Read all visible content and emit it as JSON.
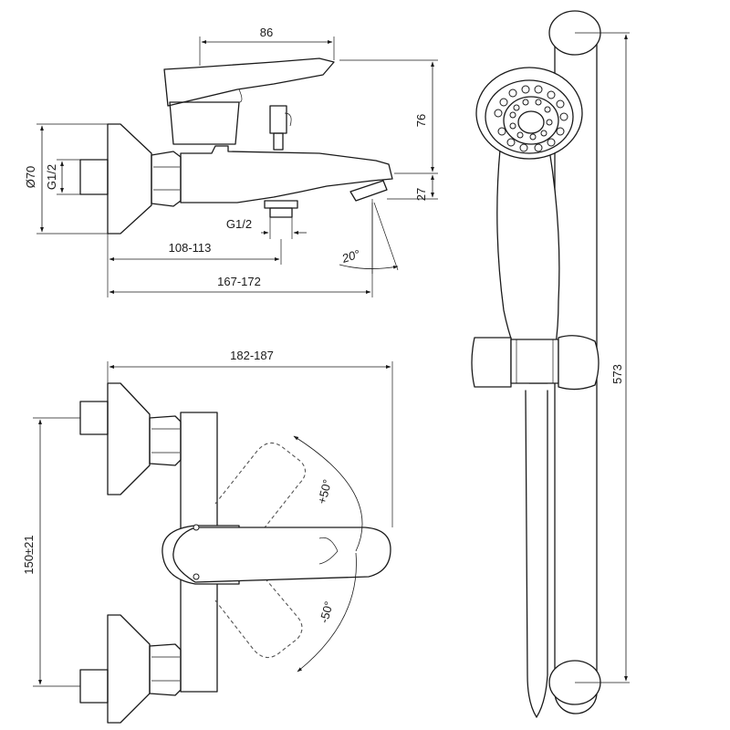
{
  "dimensions": {
    "handle_length": "86",
    "spout_height": "76",
    "spout_outlet": "27",
    "flange_diameter": "Ø70",
    "inlet_thread": "G1/2",
    "outlet_thread": "G1/2",
    "depth_to_outlet": "108-113",
    "total_depth": "167-172",
    "spout_angle": "20°",
    "front_width": "182-187",
    "centre_distance": "150±21",
    "lever_up": "+50°",
    "lever_down": "-50°",
    "rail_length": "573"
  }
}
